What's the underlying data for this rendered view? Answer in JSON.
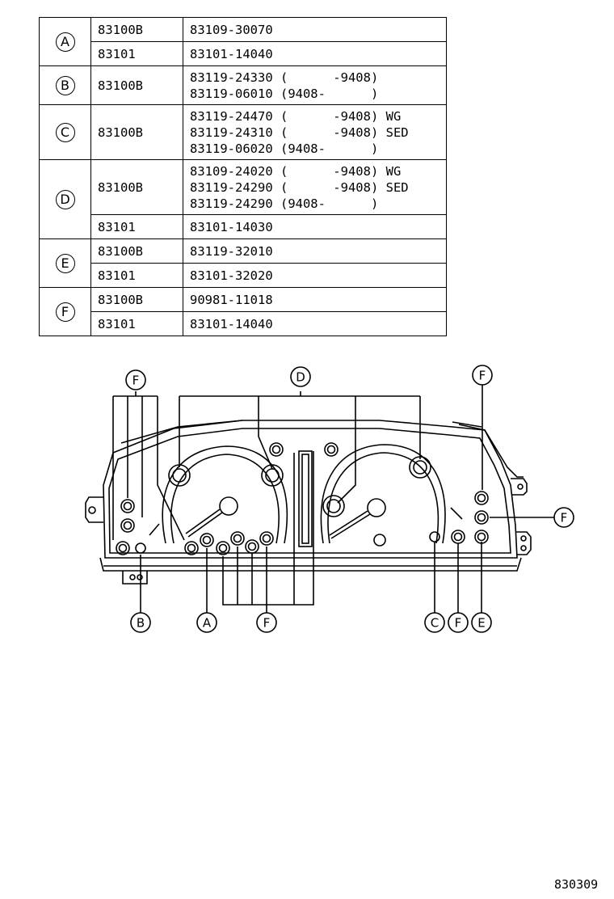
{
  "rows": [
    {
      "letter": "A",
      "entries": [
        {
          "code": "83100B",
          "numbers": [
            "83109-30070"
          ]
        },
        {
          "code": "83101",
          "numbers": [
            "83101-14040"
          ]
        }
      ]
    },
    {
      "letter": "B",
      "entries": [
        {
          "code": "83100B",
          "numbers": [
            "83119-24330 (      -9408)",
            "83119-06010 (9408-      )"
          ]
        }
      ]
    },
    {
      "letter": "C",
      "entries": [
        {
          "code": "83100B",
          "numbers": [
            "83119-24470 (      -9408) WG",
            "83119-24310 (      -9408) SED",
            "83119-06020 (9408-      )"
          ]
        }
      ]
    },
    {
      "letter": "D",
      "entries": [
        {
          "code": "83100B",
          "numbers": [
            "83109-24020 (      -9408) WG",
            "83119-24290 (      -9408) SED",
            "83119-24290 (9408-      )"
          ]
        },
        {
          "code": "83101",
          "numbers": [
            "83101-14030"
          ]
        }
      ]
    },
    {
      "letter": "E",
      "entries": [
        {
          "code": "83100B",
          "numbers": [
            "83119-32010"
          ]
        },
        {
          "code": "83101",
          "numbers": [
            "83101-32020"
          ]
        }
      ]
    },
    {
      "letter": "F",
      "entries": [
        {
          "code": "83100B",
          "numbers": [
            "90981-11018"
          ]
        },
        {
          "code": "83101",
          "numbers": [
            "83101-14040"
          ]
        }
      ]
    }
  ],
  "callouts": {
    "f_top_left": "F",
    "d_top": "D",
    "f_top_right": "F",
    "f_right": "F",
    "b_bottom": "B",
    "a_bottom": "A",
    "f_bottom_mid": "F",
    "c_bottom": "C",
    "f_bottom_right": "F",
    "e_bottom": "E"
  },
  "footer": "830309"
}
